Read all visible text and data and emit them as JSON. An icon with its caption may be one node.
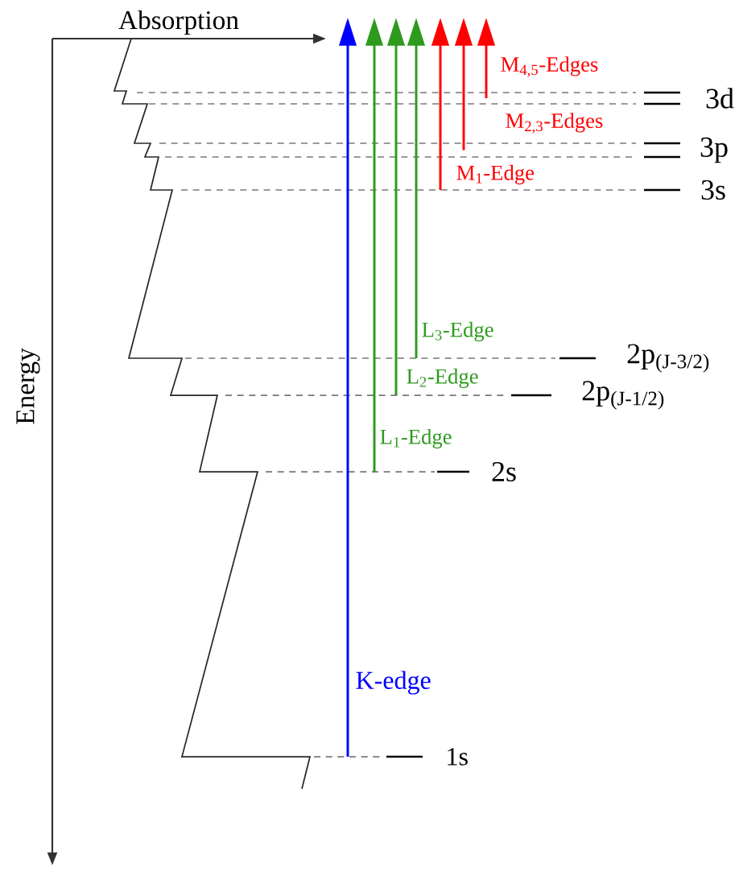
{
  "diagram": {
    "nodes": [
      {
        "text": [
          "3d"
        ]
      },
      {
        "text": [
          "3p"
        ]
      },
      {
        "text": [
          "3s"
        ]
      },
      {
        "text": [
          "2p$_{(J-3/2)}$"
        ]
      },
      {
        "text": [
          "2p$_{(J-1/2)}$"
        ]
      },
      {
        "text": [
          "2s"
        ]
      },
      {
        "text": [
          "1s"
        ]
      }
    ],
    "edges": [
      {
        "from": 6,
        "to": null,
        "arrow": "to",
        "label": "K-edge",
        "color": "#0000ff"
      },
      {
        "from": 5,
        "to": null,
        "arrow": "to",
        "label": "L$_{1}$-Edge",
        "color": "#2e9a1e"
      },
      {
        "from": 4,
        "to": null,
        "arrow": "to",
        "label": "L$_{2}$-Edge",
        "color": "#2e9a1e"
      },
      {
        "from": 3,
        "to": null,
        "arrow": "to",
        "label": "L$_{3}$-Edge",
        "color": "#2e9a1e"
      },
      {
        "from": 2,
        "to": null,
        "arrow": "to",
        "label": "M$_{1}$-Edge",
        "color": "#ff0000"
      },
      {
        "from": 1,
        "to": null,
        "arrow": "to",
        "label": "M$_{2,3}$-Edges",
        "color": "#ff0000"
      },
      {
        "from": 0,
        "to": null,
        "arrow": "to",
        "label": "M$_{4,5}$-Edges",
        "color": "#ff0000"
      }
    ],
    "labels": [
      "Absorption",
      "Energy"
    ]
  }
}
